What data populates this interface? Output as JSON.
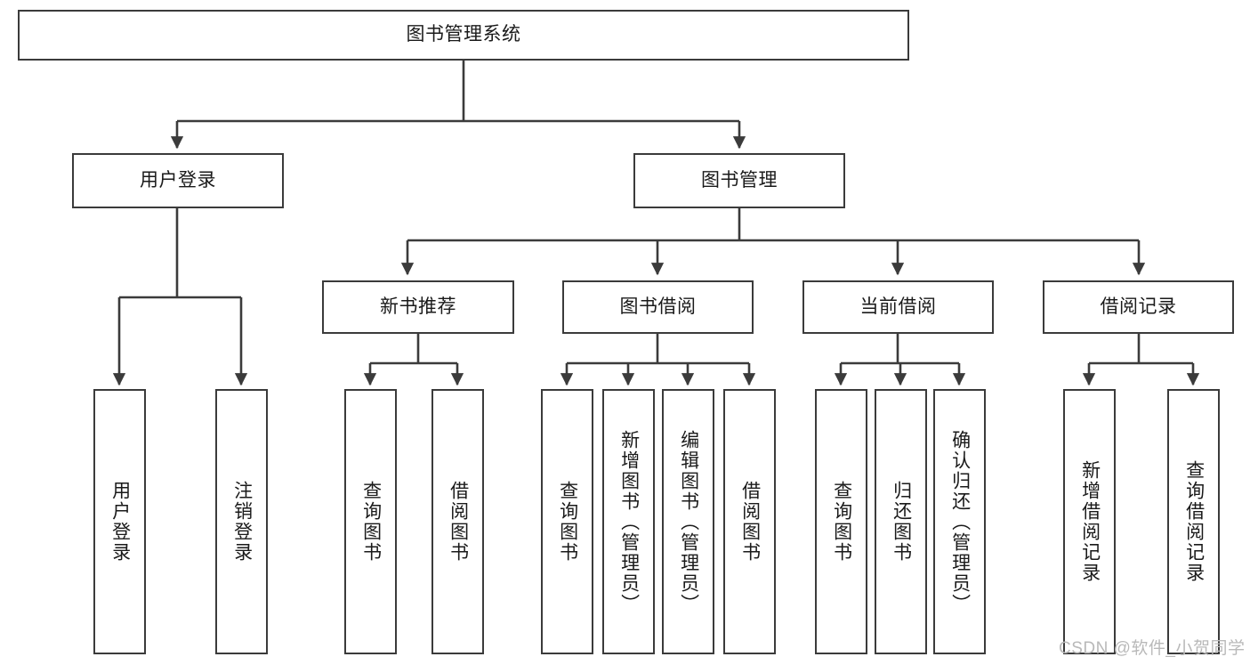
{
  "diagram": {
    "title": "图书管理系统",
    "type": "tree-hierarchy-chart",
    "root": {
      "label": "图书管理系统"
    },
    "level1": [
      {
        "label": "用户登录"
      },
      {
        "label": "图书管理"
      }
    ],
    "level2": [
      {
        "label": "新书推荐"
      },
      {
        "label": "图书借阅"
      },
      {
        "label": "当前借阅"
      },
      {
        "label": "借阅记录"
      }
    ],
    "leaves": {
      "user_login": [
        {
          "label": "用户登录"
        },
        {
          "label": "注销登录"
        }
      ],
      "new_book_recommend": [
        {
          "label": "查询图书"
        },
        {
          "label": "借阅图书"
        }
      ],
      "book_borrow": [
        {
          "label": "查询图书"
        },
        {
          "label": "新增图书（管理员）"
        },
        {
          "label": "编辑图书（管理员）"
        },
        {
          "label": "借阅图书"
        }
      ],
      "current_borrow": [
        {
          "label": "查询图书"
        },
        {
          "label": "归还图书"
        },
        {
          "label": "确认归还（管理员）"
        }
      ],
      "borrow_record": [
        {
          "label": "新增借阅记录"
        },
        {
          "label": "查询借阅记录"
        }
      ]
    },
    "watermark": "CSDN @软件_小贺同学",
    "colors": {
      "border": "#3b3b3b",
      "background": "#ffffff",
      "text": "#1a1a1a",
      "watermark": "#b9b9b9"
    }
  }
}
